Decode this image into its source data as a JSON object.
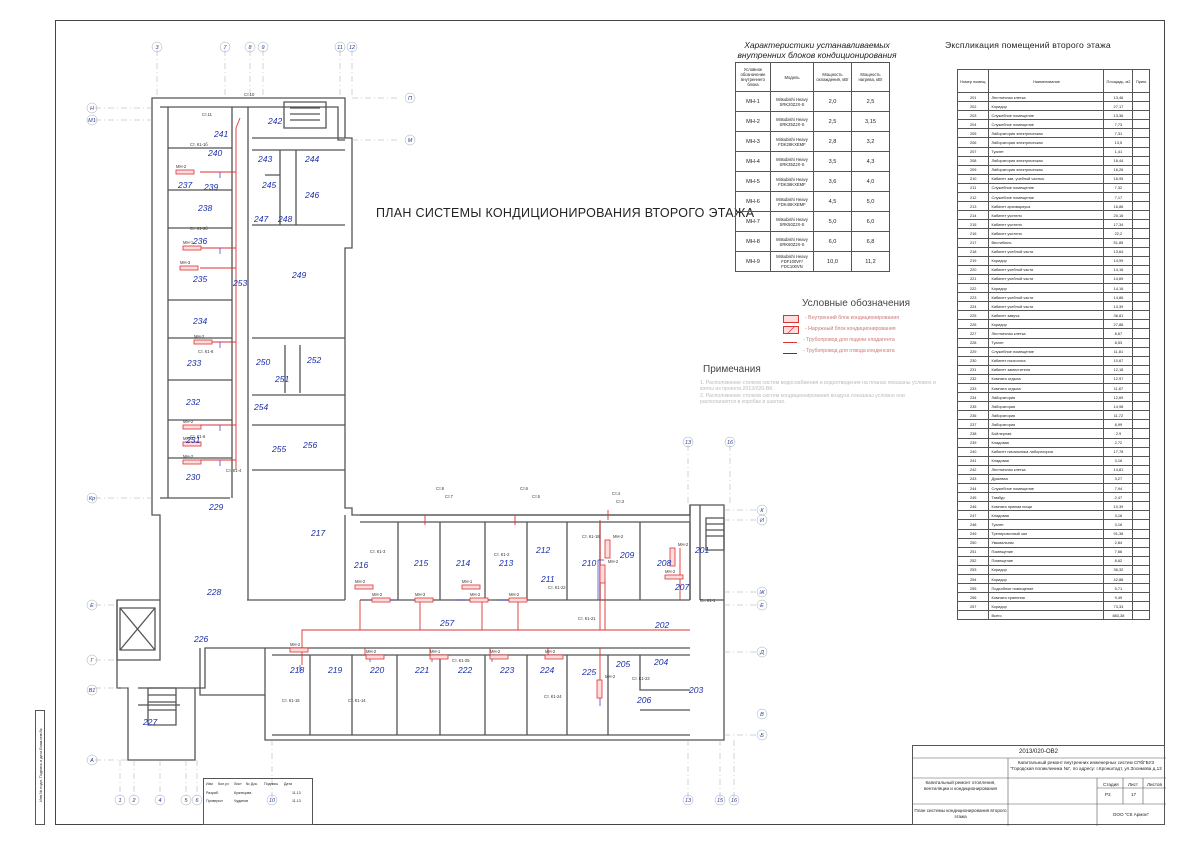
{
  "plan_title": "ПЛАН СИСТЕМЫ КОНДИЦИОНИРОВАНИЯ ВТОРОГО ЭТАЖА",
  "ac_table": {
    "title": "Характеристики устанавливаемых внутренних блоков кондиционирования",
    "headers": [
      "Условное обозначение внутреннего блока",
      "Модель",
      "Мощность охлаждения, кВт",
      "Мощность нагрева, кВт"
    ],
    "rows": [
      {
        "id": "МН-1",
        "model": "Mitsubishi Heavy SRK20ZJX-S",
        "cool": "2,0",
        "heat": "2,5"
      },
      {
        "id": "МН-2",
        "model": "Mitsubishi Heavy SRK25ZJX-S",
        "cool": "2,5",
        "heat": "3,15"
      },
      {
        "id": "МН-3",
        "model": "Mitsubishi Heavy FDK28KXEMF",
        "cool": "2,8",
        "heat": "3,2"
      },
      {
        "id": "МН-4",
        "model": "Mitsubishi Heavy SRK35ZJX-S",
        "cool": "3,5",
        "heat": "4,3"
      },
      {
        "id": "МН-5",
        "model": "Mitsubishi Heavy FDK36KXEMF",
        "cool": "3,6",
        "heat": "4,0"
      },
      {
        "id": "МН-6",
        "model": "Mitsubishi Heavy FDK45KXEMF",
        "cool": "4,5",
        "heat": "5,0"
      },
      {
        "id": "МН-7",
        "model": "Mitsubishi Heavy SRK50ZJX-S",
        "cool": "5,0",
        "heat": "6,0"
      },
      {
        "id": "МН-8",
        "model": "Mitsubishi Heavy SRK60ZJX-S",
        "cool": "6,0",
        "heat": "6,8"
      },
      {
        "id": "МН-9",
        "model": "Mitsubishi Heavy FDF100VF/ FDC100VN",
        "cool": "10,0",
        "heat": "11,2"
      }
    ]
  },
  "rooms_table": {
    "title": "Экспликация помещений второго этажа",
    "headers": [
      "Номер помещ.",
      "Наименование",
      "Площадь, м2",
      "Прим."
    ],
    "rows": [
      [
        "201",
        "Лестничная клетка",
        "13,46"
      ],
      [
        "202",
        "Коридор",
        "27,17"
      ],
      [
        "203",
        "Служебное помещение",
        "13,36"
      ],
      [
        "204",
        "Служебное помещение",
        "7,73"
      ],
      [
        "205",
        "Лаборатория электрическая",
        "7,31"
      ],
      [
        "206",
        "Лаборатория электрическая",
        "13,5"
      ],
      [
        "207",
        "Туалет",
        "1,41"
      ],
      [
        "208",
        "Лаборатория электрическая",
        "16,44"
      ],
      [
        "209",
        "Лаборатория электрическая",
        "16,26"
      ],
      [
        "210",
        "Кабинет зав. учебной частью",
        "16,95"
      ],
      [
        "211",
        "Служебное помещение",
        "7,32"
      ],
      [
        "212",
        "Служебное помещение",
        "7,17"
      ],
      [
        "213",
        "Кабинет архивариуса",
        "16,86"
      ],
      [
        "214",
        "Кабинет учителя",
        "20,16"
      ],
      [
        "215",
        "Кабинет учителя",
        "17,34"
      ],
      [
        "216",
        "Кабинет учителя",
        "22,2"
      ],
      [
        "217",
        "Вестибюль",
        "51,85"
      ],
      [
        "218",
        "Кабинет учебной части",
        "13,64"
      ],
      [
        "219",
        "Коридор",
        "14,99"
      ],
      [
        "220",
        "Кабинет учебной части",
        "14,16"
      ],
      [
        "221",
        "Кабинет учебной части",
        "14,69"
      ],
      [
        "222",
        "Коридор",
        "14,16"
      ],
      [
        "223",
        "Кабинет учебной части",
        "14,86"
      ],
      [
        "224",
        "Кабинет учебной части",
        "13,39"
      ],
      [
        "225",
        "Кабинет завуча",
        "36,81"
      ],
      [
        "226",
        "Коридор",
        "27,86"
      ],
      [
        "227",
        "Лестничная клетка",
        "8,67"
      ],
      [
        "228",
        "Туалет",
        "8,53"
      ],
      [
        "229",
        "Служебное помещение",
        "11,81"
      ],
      [
        "230",
        "Кабинет психолога",
        "10,67"
      ],
      [
        "231",
        "Кабинет заместителя",
        "12,18"
      ],
      [
        "232",
        "Комната отдыха",
        "12,97"
      ],
      [
        "233",
        "Комната отдыха",
        "11,87"
      ],
      [
        "234",
        "Лаборатория",
        "12,69"
      ],
      [
        "235",
        "Лаборатория",
        "14,98"
      ],
      [
        "236",
        "Лаборатория",
        "11,72"
      ],
      [
        "237",
        "Лаборатория",
        "8,99"
      ],
      [
        "238",
        "Бойлерная",
        "2,9"
      ],
      [
        "239",
        "Кладовая",
        "2,72"
      ],
      [
        "240",
        "Кабинет начальника лаборатории",
        "17,78"
      ],
      [
        "241",
        "Кладовая",
        "3,16"
      ],
      [
        "242",
        "Лестничная клетка",
        "14,81"
      ],
      [
        "243",
        "Душевая",
        "3,27"
      ],
      [
        "244",
        "Служебное помещение",
        "7,94"
      ],
      [
        "245",
        "Тамбур",
        "2,47"
      ],
      [
        "246",
        "Комната приема пищи",
        "10,39"
      ],
      [
        "247",
        "Кладовая",
        "3,16"
      ],
      [
        "248",
        "Туалет",
        "3,16"
      ],
      [
        "249",
        "Тренировочный зал",
        "91,38"
      ],
      [
        "250",
        "Умывальник",
        "2,84"
      ],
      [
        "251",
        "Помещение",
        "7,66"
      ],
      [
        "252",
        "Помещение",
        "8,62"
      ],
      [
        "253",
        "Коридор",
        "36,32"
      ],
      [
        "254",
        "Коридор",
        "42,88"
      ],
      [
        "255",
        "Подсобное помещение",
        "5,71"
      ],
      [
        "256",
        "Комната хранения",
        "9,49"
      ],
      [
        "257",
        "Коридор",
        "73,33"
      ],
      [
        "",
        "Всего",
        "883,38"
      ]
    ]
  },
  "legend": {
    "title": "Условные обозначения",
    "items": [
      "- Внутренний блок кондиционирования",
      "- Наружный блок кондиционирования",
      "- Трубопровод для подачи хладагента",
      "- Трубопровод для отвода конденсата"
    ]
  },
  "notes": {
    "title": "Примечания",
    "lines": [
      "1. Расположение стояков систем водоснабжения и водоотведения на планах показаны условно и взяты из проекта 2013/020-ВК.",
      "2. Расположение стояков систем кондиционирования воздуха показаны условно они располагаются в коробах и шахтах."
    ]
  },
  "stamp": {
    "code": "2013/020-ОВ2",
    "title": "Капитальный ремонт внутренних инженерных систем СПбГБУЗ \"Городская поликлиника №\", по адресу: г.Кронштадт, ул.Зосимова д.13",
    "section": "Капитальный ремонт отопления, вентиляции и кондиционирования",
    "sheet_title": "План системы кондиционирования второго этажа",
    "stage_label": "Стадия",
    "sheet_label": "Лист",
    "sheets_label": "Листов",
    "stage": "Р2",
    "sheet": "17",
    "org": "ООО \"СК Армон\""
  },
  "side_block": {
    "headers": [
      "Изм",
      "Кол.уч",
      "Лист",
      "№ Док.",
      "Подпись",
      "Дата"
    ],
    "row1": [
      "Разраб.",
      "Кузнецова",
      "11.13"
    ],
    "row2": [
      "Проверил",
      "Чудинов",
      "11.13"
    ]
  },
  "vertical_strip": "Инв.№ подл.  Подпись и дата  Взам.инв.№",
  "axes_top": [
    "3",
    "7",
    "8",
    "9",
    "11",
    "12"
  ],
  "axes_bottom": [
    "1",
    "2",
    "4",
    "5",
    "6",
    "10",
    "13",
    "15",
    "16"
  ],
  "axes_left": [
    "Н",
    "М1",
    "Кр",
    "Е",
    "Г",
    "В1",
    "А"
  ],
  "axes_right": [
    "П",
    "М",
    "К",
    "И",
    "Ж",
    "Е",
    "Д",
    "В",
    "Б"
  ],
  "room_numbers": [
    "240",
    "241",
    "242",
    "243",
    "244",
    "245",
    "246",
    "247",
    "248",
    "237",
    "239",
    "238",
    "236",
    "235",
    "249",
    "253",
    "234",
    "233",
    "250",
    "251",
    "252",
    "232",
    "231",
    "230",
    "254",
    "255",
    "256",
    "229",
    "217",
    "216",
    "215",
    "214",
    "213",
    "212",
    "211",
    "210",
    "209",
    "208",
    "201",
    "207",
    "228",
    "226",
    "257",
    "202",
    "227",
    "218",
    "219",
    "220",
    "221",
    "222",
    "223",
    "224",
    "225",
    "205",
    "204",
    "206",
    "203"
  ],
  "riser_labels": [
    "Ст.10",
    "Ст.11",
    "Ст. К1-1б",
    "Ст. К1-2б",
    "Ст. К1-8",
    "Ст. К1-6",
    "Ст. К1-4",
    "Ст.8",
    "Ст.7",
    "Ст.6",
    "Ст.5",
    "Ст.4",
    "Ст.3",
    "Ст. К1-3",
    "Ст. К1-2",
    "Ст. К1-22",
    "Ст. К1-18",
    "Ст. К1-21",
    "Ст. К1-1",
    "Ст. К1-15",
    "Ст. К1-14",
    "Ст. К1-25",
    "Ст. К1-24",
    "Ст. К1-23"
  ],
  "unit_labels": [
    "МН-2",
    "МН-1",
    "МН-3",
    "МН-2",
    "МН-2",
    "МН-3",
    "МН-2",
    "МН-2",
    "МН-3",
    "МН-2",
    "МН-2",
    "МН-2",
    "МН-2",
    "МН-2",
    "МН-2",
    "МН-1",
    "МН-2",
    "МН-2",
    "МН-2",
    "МН-2",
    "МН-2",
    "МН-2",
    "МН-1"
  ]
}
